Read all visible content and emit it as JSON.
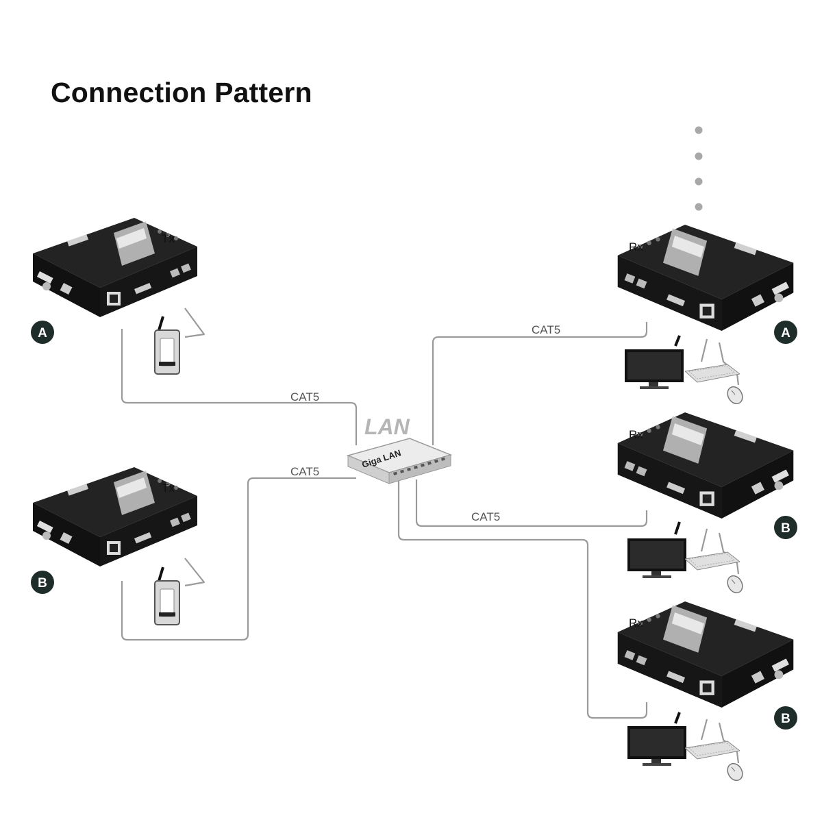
{
  "title": "Connection Pattern",
  "lan": {
    "cloud_label": "LAN",
    "switch_label": "Giga LAN"
  },
  "cables": [
    {
      "label": "CAT5"
    },
    {
      "label": "CAT5"
    },
    {
      "label": "CAT5"
    },
    {
      "label": "CAT5"
    }
  ],
  "transmitters": [
    {
      "label": "Tx",
      "group": "A"
    },
    {
      "label": "Tx",
      "group": "B"
    }
  ],
  "receivers": [
    {
      "label": "Rx",
      "group": "A"
    },
    {
      "label": "Rx",
      "group": "B"
    },
    {
      "label": "Rx",
      "group": "B"
    }
  ],
  "colors": {
    "device_body": "#1d1d1d",
    "device_top": "#2a2a2a",
    "cable": "#9a9a9a",
    "badge": "#1e2d2a",
    "lan_text": "#b5b5b5",
    "dots": "#a8a8a8"
  }
}
